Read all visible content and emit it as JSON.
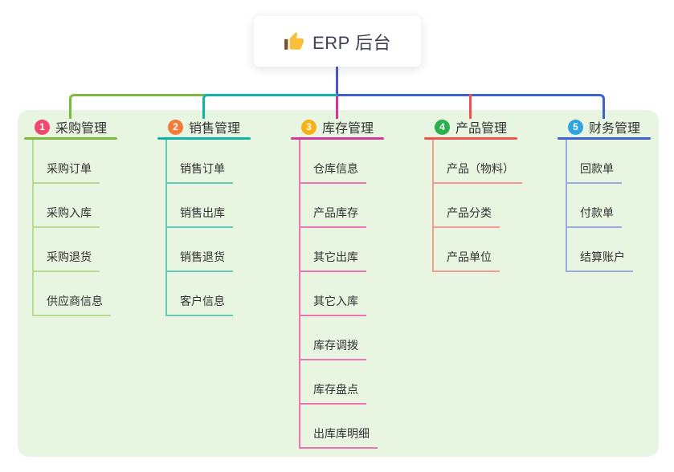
{
  "root": {
    "title": "ERP 后台",
    "icon": "thumbs-up-icon",
    "line_color": "#4b58c8"
  },
  "panel": {
    "background": "#e7f5e1"
  },
  "branches": [
    {
      "index": "1",
      "title": "采购管理",
      "badge_color": "#f3486e",
      "line_color": "#7cb93e",
      "child_line_color": "#b7dc90",
      "children": [
        "采购订单",
        "采购入库",
        "采购退货",
        "供应商信息"
      ]
    },
    {
      "index": "2",
      "title": "销售管理",
      "badge_color": "#f6793c",
      "line_color": "#10b3a6",
      "child_line_color": "#66c8ba",
      "children": [
        "销售订单",
        "销售出库",
        "销售退货",
        "客户信息"
      ]
    },
    {
      "index": "3",
      "title": "库存管理",
      "badge_color": "#fbaf19",
      "line_color": "#ce3a9b",
      "child_line_color": "#ee74b5",
      "children": [
        "仓库信息",
        "产品库存",
        "其它出库",
        "其它入库",
        "库存调拨",
        "库存盘点",
        "出库库明细"
      ]
    },
    {
      "index": "4",
      "title": "产品管理",
      "badge_color": "#2bb04d",
      "line_color": "#ef5350",
      "child_line_color": "#f69b94",
      "children": [
        "产品（物料）",
        "产品分类",
        "产品单位"
      ]
    },
    {
      "index": "5",
      "title": "财务管理",
      "badge_color": "#2fa4e1",
      "line_color": "#3e63d1",
      "child_line_color": "#9cabdf",
      "children": [
        "回款单",
        "付款单",
        "结算账户"
      ]
    }
  ]
}
